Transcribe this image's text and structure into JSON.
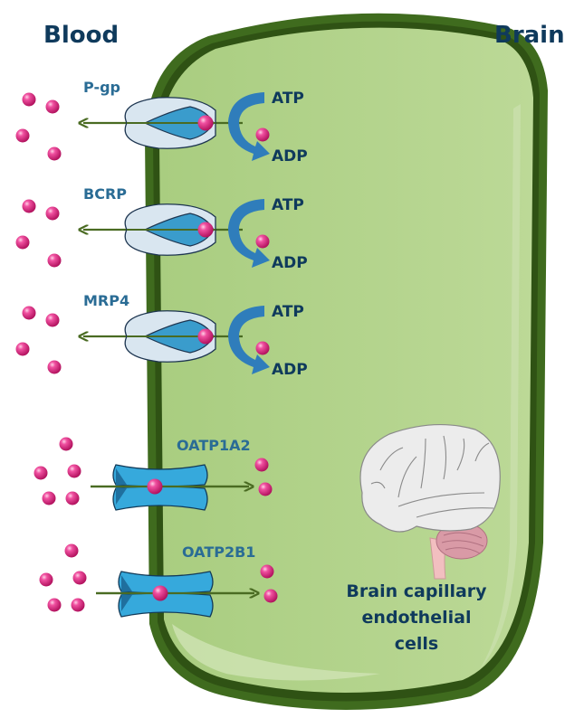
{
  "title_left": "Blood",
  "title_right": "Brain",
  "colors": {
    "cell_fill": "#b5d48e",
    "cell_highlight": "#cfe3b4",
    "membrane": "#3f6b1e",
    "membrane_dark": "#2f5214",
    "label_blue": "#2a6c95",
    "label_navy": "#0f3a5c",
    "efflux_body": "#d9e6f0",
    "efflux_core": "#3a9ccc",
    "uptake_body": "#36a9dc",
    "uptake_dark": "#1f6f9e",
    "arrow": "#4a6b22",
    "atp_arrow": "#2f7dbb",
    "substrate": "#e0287f",
    "brain": "#ececec",
    "cerebellum": "#d99aa6",
    "stem": "#f2bfc0"
  },
  "efflux_transporters": [
    {
      "name": "P-gp",
      "energy_in": "ATP",
      "energy_out": "ADP"
    },
    {
      "name": "BCRP",
      "energy_in": "ATP",
      "energy_out": "ADP"
    },
    {
      "name": "MRP4",
      "energy_in": "ATP",
      "energy_out": "ADP"
    }
  ],
  "uptake_transporters": [
    {
      "name": "OATP1A2"
    },
    {
      "name": "OATP2B1"
    }
  ],
  "cell_label": [
    "Brain capillary",
    "endothelial",
    "cells"
  ]
}
